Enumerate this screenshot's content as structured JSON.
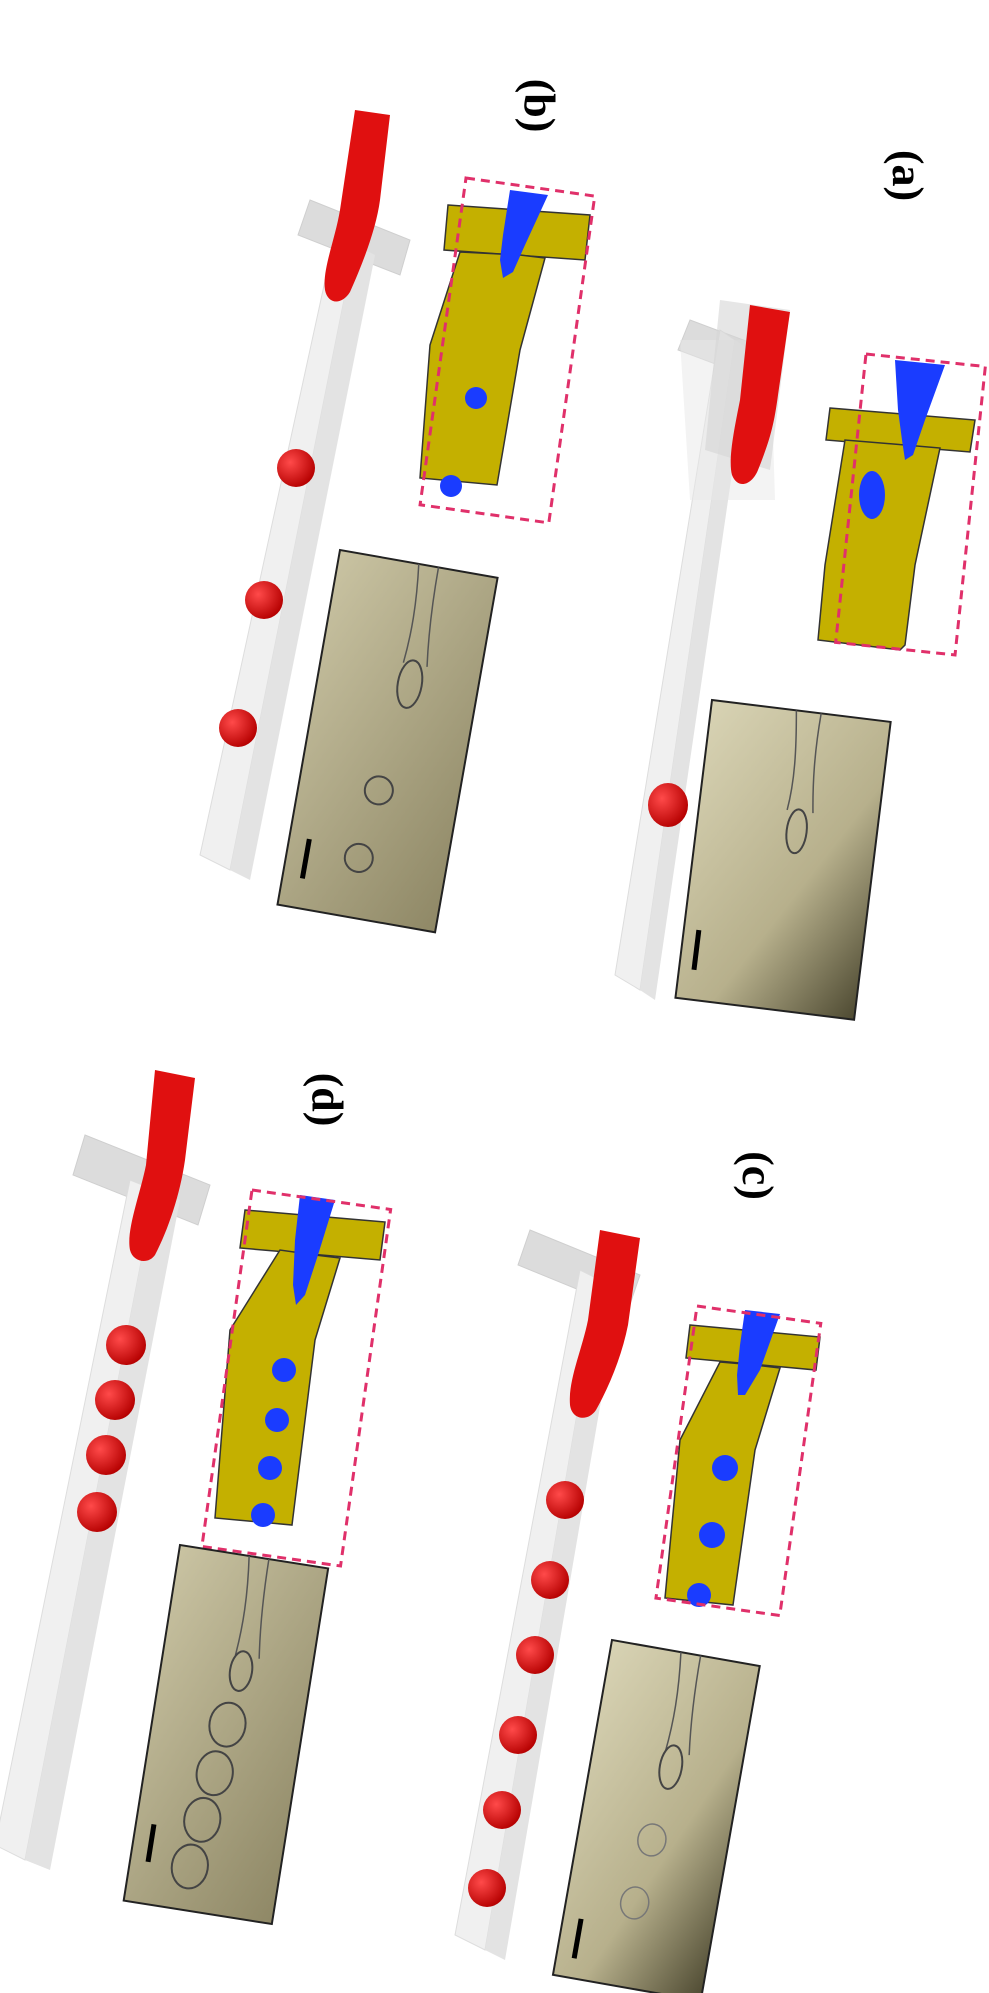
{
  "figure": {
    "panels": [
      {
        "id": "a",
        "label": "(a)",
        "droplet_count": 1
      },
      {
        "id": "b",
        "label": "(b)",
        "droplet_count": 3
      },
      {
        "id": "c",
        "label": "(c)",
        "droplet_count": 6
      },
      {
        "id": "d",
        "label": "(d)",
        "droplet_count": 4
      }
    ]
  },
  "colors": {
    "droplet": "#e01010",
    "channel_fill": "#c4b000",
    "dispersed_phase": "#1a3cff",
    "dashed_box": "#e0306a",
    "channel_3d": "#ececec",
    "micrograph": "#b8b28f"
  }
}
